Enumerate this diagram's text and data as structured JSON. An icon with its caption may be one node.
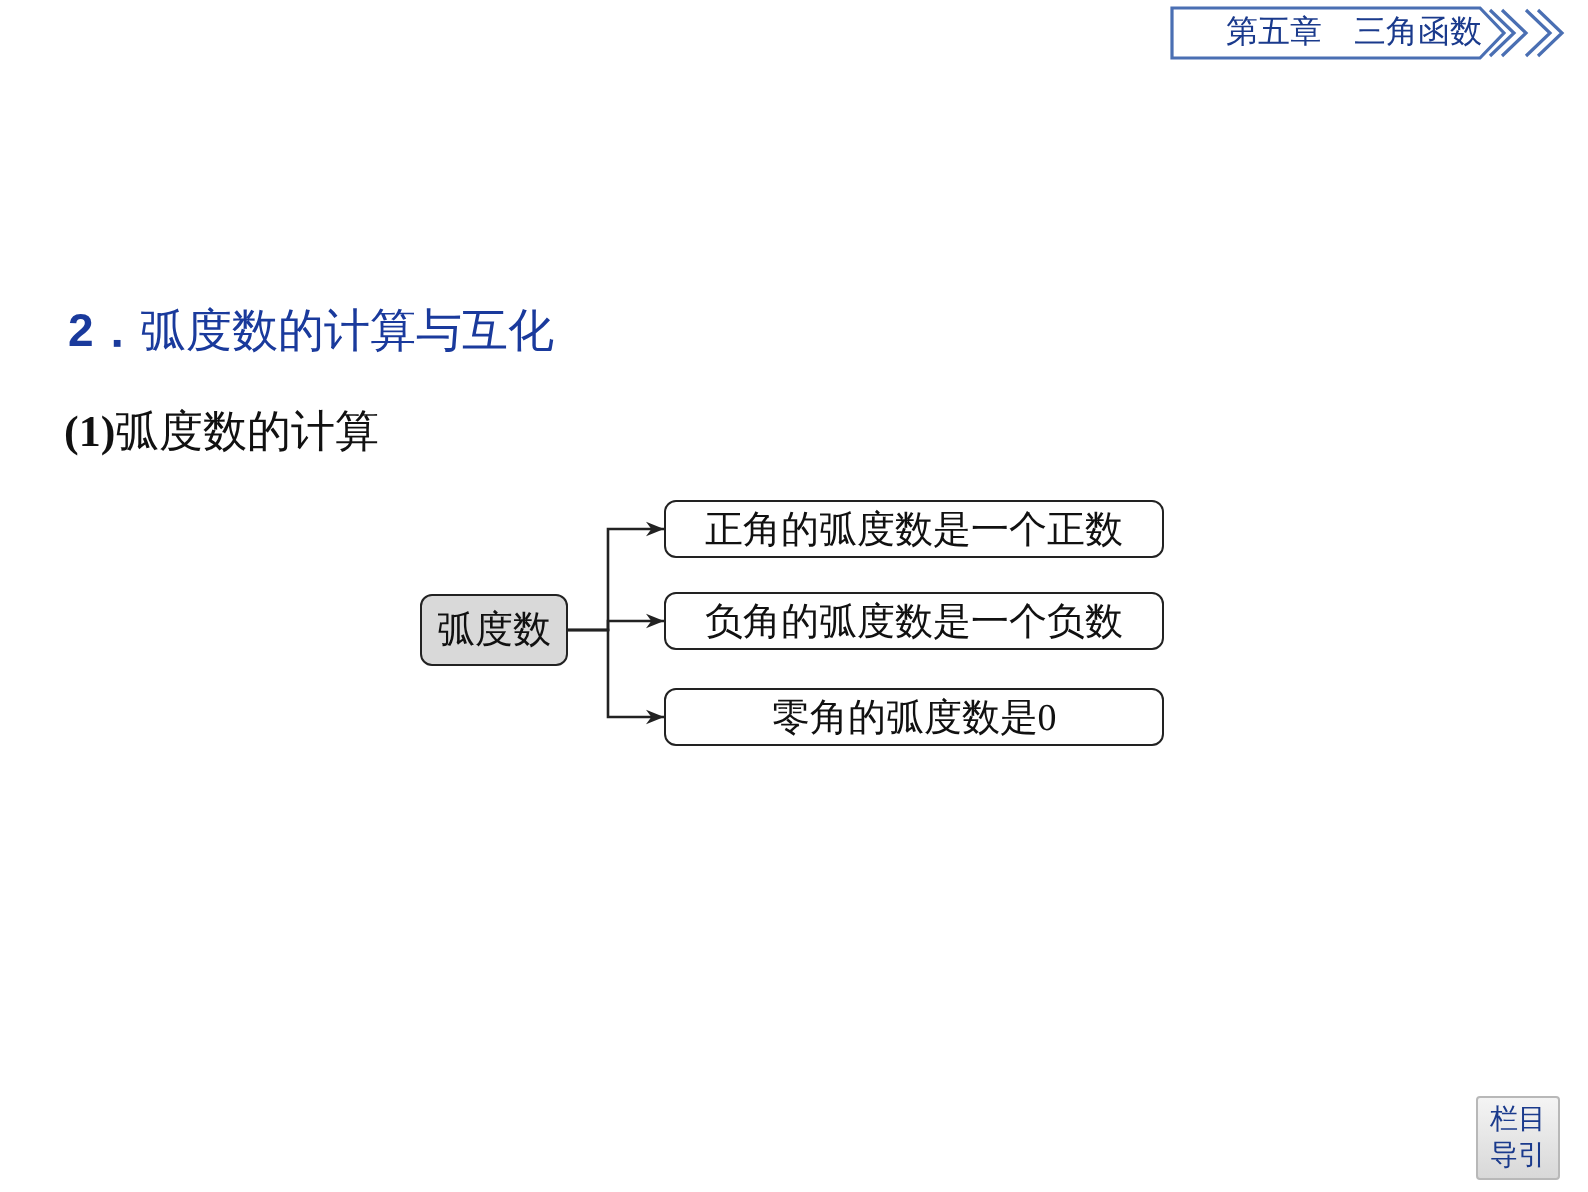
{
  "diagram": {
    "title": "**2．**弧度数的计算与互化",
    "nodes": [
      {
        "text": [
          "弧度数"
        ]
      },
      {
        "text": [
          "正角的弧度数是一个正数"
        ]
      },
      {
        "text": [
          "负角的弧度数是一个负数"
        ]
      },
      {
        "text": [
          "零角的弧度数是0"
        ]
      }
    ],
    "edges": [
      {
        "from": 0,
        "to": 1,
        "arrow": "to"
      },
      {
        "from": 0,
        "to": 2,
        "arrow": "to"
      },
      {
        "from": 0,
        "to": 3,
        "arrow": "to"
      }
    ],
    "labels": [
      "第五章　三角函数",
      "**(1)**弧度数的计算",
      "栏目导引"
    ]
  }
}
